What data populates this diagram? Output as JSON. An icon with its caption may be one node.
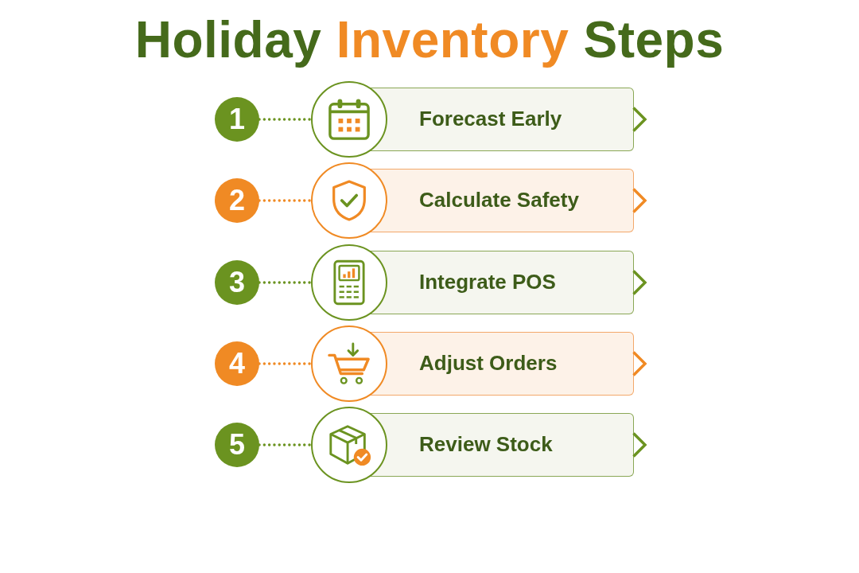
{
  "diagram": {
    "title": "Holiday **Inventory** Steps",
    "nodes": [
      {
        "text": [
          "1"
        ]
      },
      {
        "text": [],
        "shape": "circle"
      },
      {
        "text": [
          "Forecast Early"
        ]
      },
      {
        "text": [
          "2"
        ]
      },
      {
        "text": [],
        "shape": "circle"
      },
      {
        "text": [
          "Calculate Safety"
        ]
      },
      {
        "text": [
          "3"
        ]
      },
      {
        "text": [],
        "shape": "circle"
      },
      {
        "text": [
          "Integrate POS"
        ]
      },
      {
        "text": [
          "4"
        ]
      },
      {
        "text": [],
        "shape": "circle"
      },
      {
        "text": [
          "Adjust Orders"
        ]
      },
      {
        "text": [
          "5"
        ]
      },
      {
        "text": [],
        "shape": "circle"
      },
      {
        "text": [
          "Review Stock"
        ]
      }
    ],
    "edges": [
      {
        "from": 0,
        "to": 1,
        "arrow": "none",
        "style": "dashed"
      },
      {
        "from": 3,
        "to": 4,
        "arrow": "none",
        "style": "dashed",
        "color": "#f08a24"
      },
      {
        "from": 6,
        "to": 7,
        "arrow": "none",
        "style": "dashed"
      },
      {
        "from": 9,
        "to": 10,
        "arrow": "none",
        "style": "dashed",
        "color": "#f08a24"
      },
      {
        "from": 12,
        "to": 13,
        "arrow": "none",
        "style": "dashed"
      }
    ]
  }
}
